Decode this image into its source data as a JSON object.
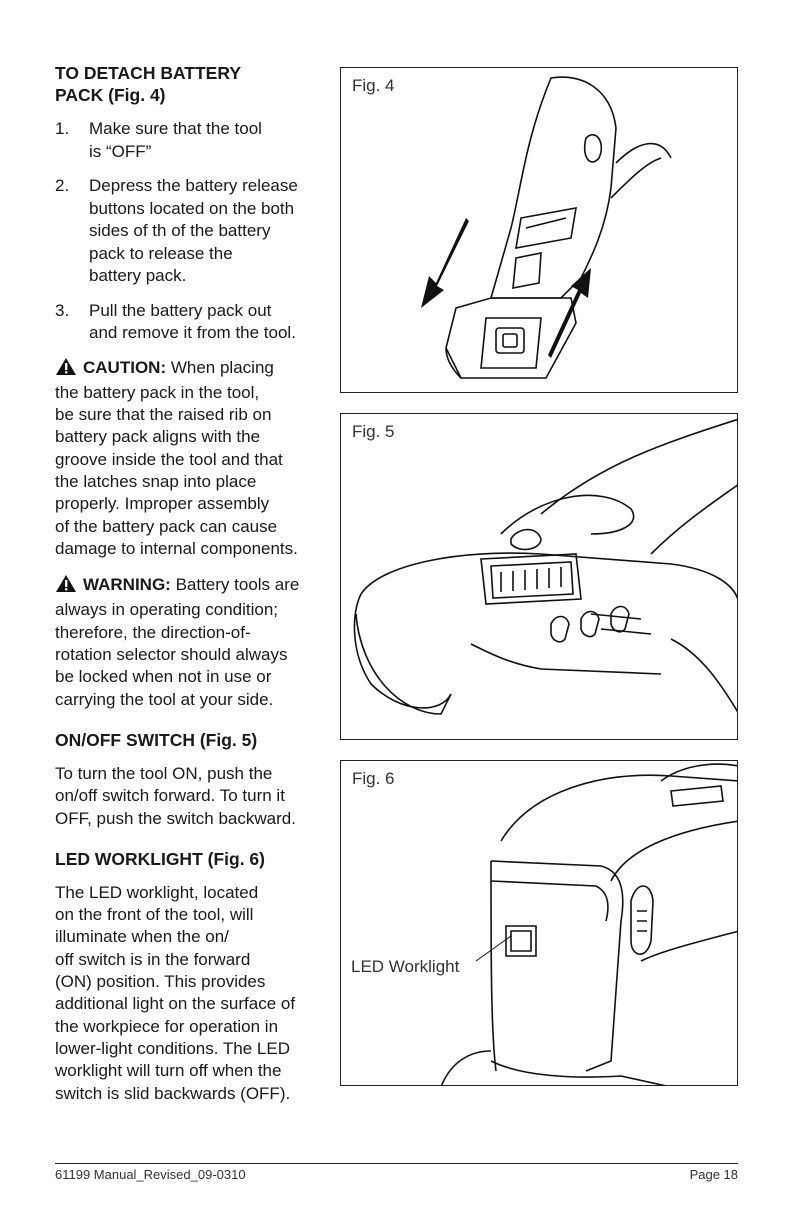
{
  "section1": {
    "heading_line1": "TO DETACH BATTERY",
    "heading_line2": "PACK (Fig. 4)",
    "steps": [
      {
        "num": "1.",
        "text_line1": "Make sure that the tool",
        "text_line2": "is “OFF”"
      },
      {
        "num": "2.",
        "text_line1": "Depress the battery release",
        "text_line2": "buttons located on the both",
        "text_line3": "sides of th of the battery",
        "text_line4": "pack to release the",
        "text_line5": "battery pack."
      },
      {
        "num": "3.",
        "text_line1": "Pull the battery pack out",
        "text_line2": "and remove it from the tool."
      }
    ]
  },
  "caution": {
    "label": "CAUTION:",
    "lines": [
      "When placing",
      "the battery pack in the tool,",
      "be sure that the raised rib on",
      "battery pack aligns with the",
      "groove inside the tool and that",
      "the latches snap into place",
      "properly. Improper assembly",
      "of the battery pack can cause",
      "damage to internal components."
    ]
  },
  "warning": {
    "label": "WARNING:",
    "lines": [
      "Battery tools are",
      "always in operating condition;",
      "therefore, the direction-of-",
      "rotation selector should always",
      "be locked when not in use or",
      "carrying the tool at your side."
    ]
  },
  "onoff": {
    "heading": "ON/OFF SWITCH (Fig. 5)",
    "lines": [
      "To turn the tool ON, push the",
      "on/off switch forward. To turn it",
      "OFF, push the switch backward."
    ]
  },
  "led": {
    "heading": "LED WORKLIGHT (Fig. 6)",
    "lines": [
      "The LED worklight, located",
      "on the front of the tool, will",
      "illuminate when the on/",
      "off switch is in the forward",
      "(ON) position. This provides",
      "additional light on the surface of",
      "the workpiece for operation in",
      "lower-light conditions. The LED",
      "worklight will turn off when the",
      "switch is slid backwards (OFF)."
    ]
  },
  "figures": {
    "fig4": "Fig. 4",
    "fig5": "Fig. 5",
    "fig6": "Fig. 6",
    "fig6_label": "LED Worklight"
  },
  "footer": {
    "left": "61199 Manual_Revised_09-0310",
    "right": "Page 18"
  }
}
